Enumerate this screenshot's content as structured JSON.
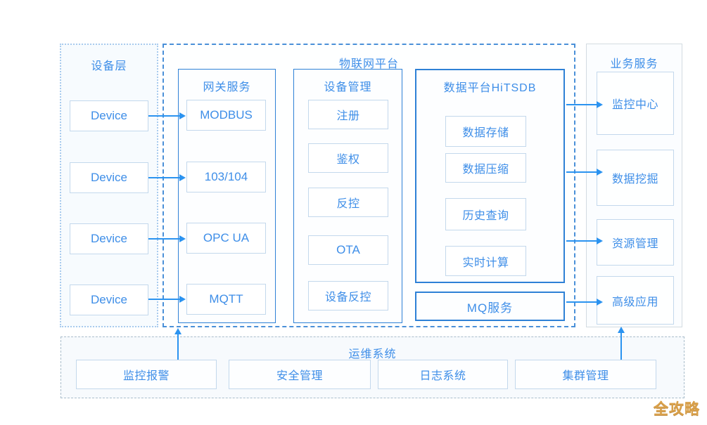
{
  "diagram": {
    "device_layer": {
      "title": "设备层",
      "devices": [
        "Device",
        "Device",
        "Device",
        "Device"
      ]
    },
    "iot_platform": {
      "title": "物联网平台",
      "gateway_service": {
        "title": "网关服务",
        "items": [
          "MODBUS",
          "103/104",
          "OPC UA",
          "MQTT"
        ]
      },
      "device_management": {
        "title": "设备管理",
        "items": [
          "注册",
          "鉴权",
          "反控",
          "OTA",
          "设备反控"
        ]
      },
      "data_platform": {
        "title": "数据平台HiTSDB",
        "items": [
          "数据存储",
          "数据压缩",
          "历史查询",
          "实时计算"
        ]
      },
      "mq_service": {
        "label": "MQ服务"
      }
    },
    "business_services": {
      "title": "业务服务",
      "items": [
        "监控中心",
        "数据挖掘",
        "资源管理",
        "高级应用"
      ]
    },
    "ops_system": {
      "title": "运维系统",
      "items": [
        "监控报警",
        "安全管理",
        "日志系统",
        "集群管理"
      ]
    },
    "watermark": "全攻略",
    "colors": {
      "text_blue": "#3E8EE8",
      "arrow_blue": "#2B93F0",
      "solid_border_blue": "#2E81D6",
      "dashed_border_blue": "#4A90D8",
      "light_box_border": "#C3D8EC",
      "ops_dashed_border": "#A9BDCB",
      "business_panel_border": "#D3DBE1",
      "watermark_gold": "#D9A14B"
    }
  }
}
